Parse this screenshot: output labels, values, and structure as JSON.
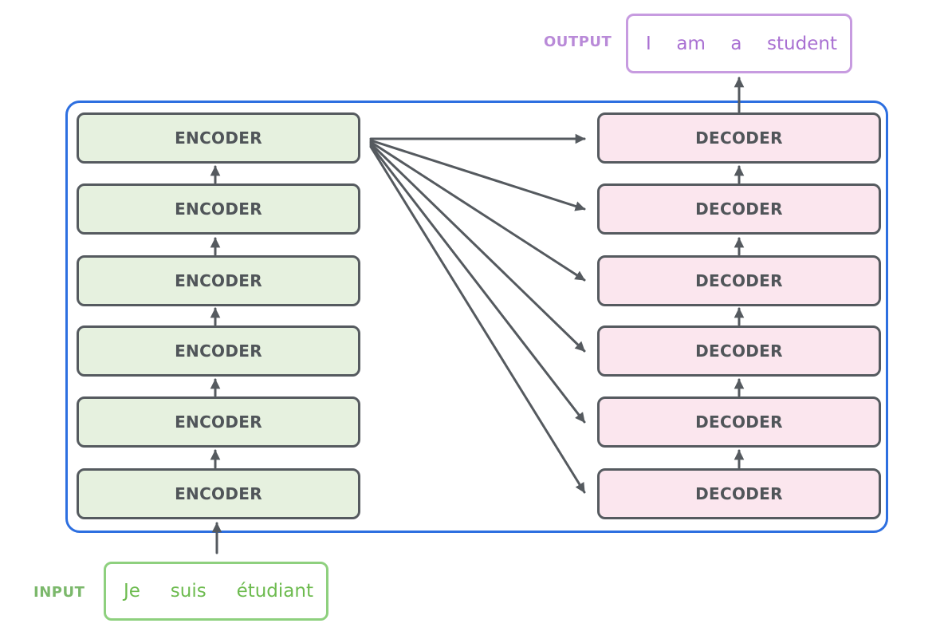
{
  "encoders": [
    "ENCODER",
    "ENCODER",
    "ENCODER",
    "ENCODER",
    "ENCODER",
    "ENCODER"
  ],
  "decoders": [
    "DECODER",
    "DECODER",
    "DECODER",
    "DECODER",
    "DECODER",
    "DECODER"
  ],
  "input": {
    "label": "INPUT",
    "words": [
      "Je",
      "suis",
      "étudiant"
    ]
  },
  "output": {
    "label": "OUTPUT",
    "words": [
      "I",
      "am",
      "a",
      "student"
    ]
  },
  "colors": {
    "container_border": "#2d6fe0",
    "encoder_fill": "#e6f1df",
    "decoder_fill": "#fbe6ee",
    "block_border": "#555a5f",
    "input_accent": "#6dbb4f",
    "output_accent": "#a970d2"
  }
}
